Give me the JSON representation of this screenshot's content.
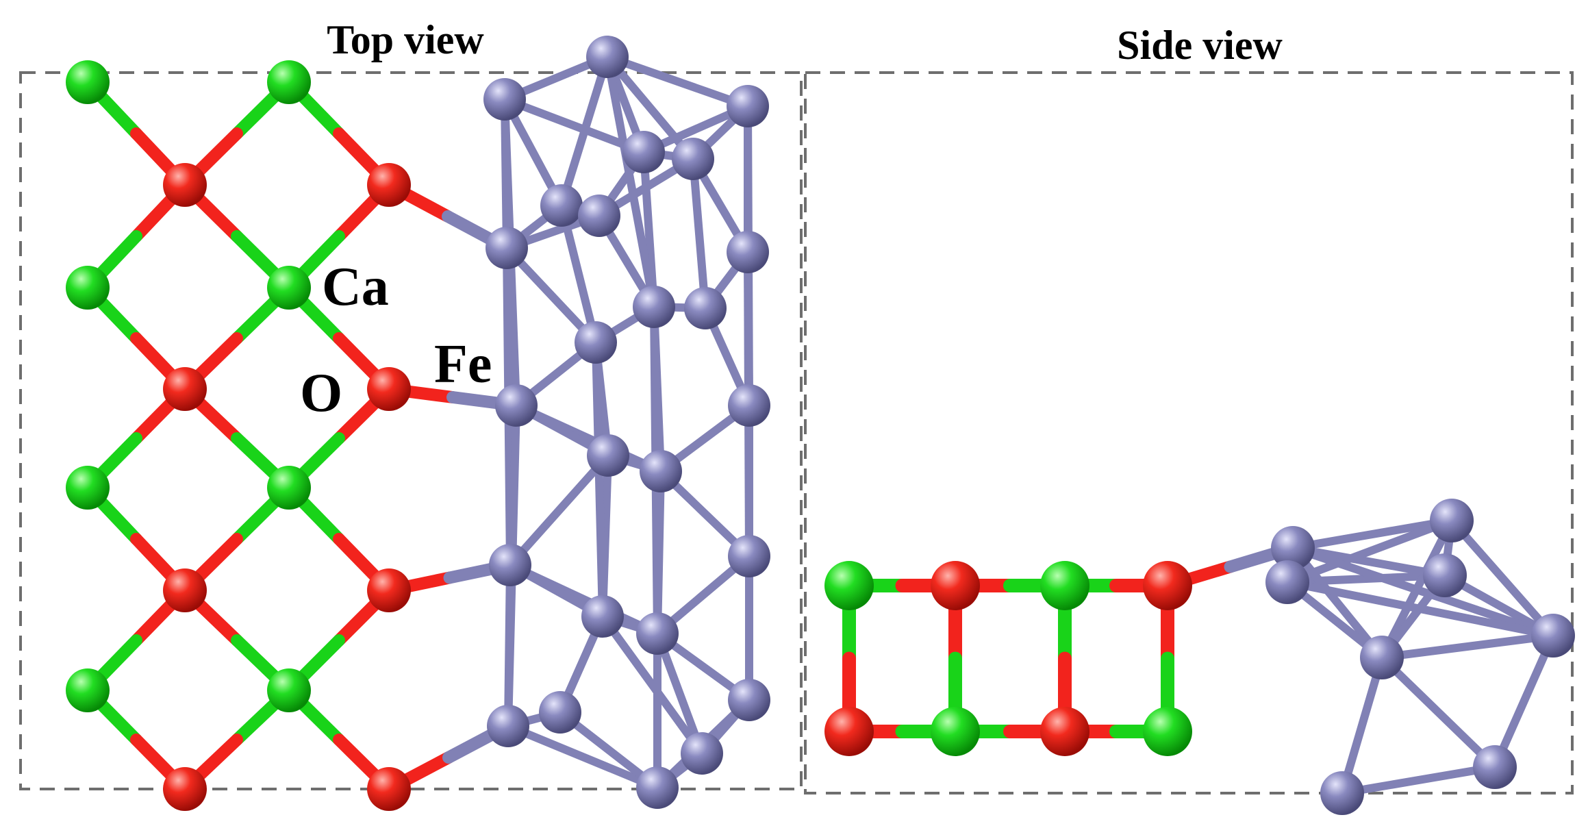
{
  "titles": {
    "top_view": "Top view",
    "side_view": "Side view"
  },
  "labels": {
    "ca": "Ca",
    "o": "O",
    "fe": "Fe"
  },
  "elements": {
    "ca": {
      "name": "Ca",
      "color": "#19d319"
    },
    "o": {
      "name": "O",
      "color": "#f2231d"
    },
    "fe": {
      "name": "Fe",
      "color": "#8181b5"
    }
  }
}
